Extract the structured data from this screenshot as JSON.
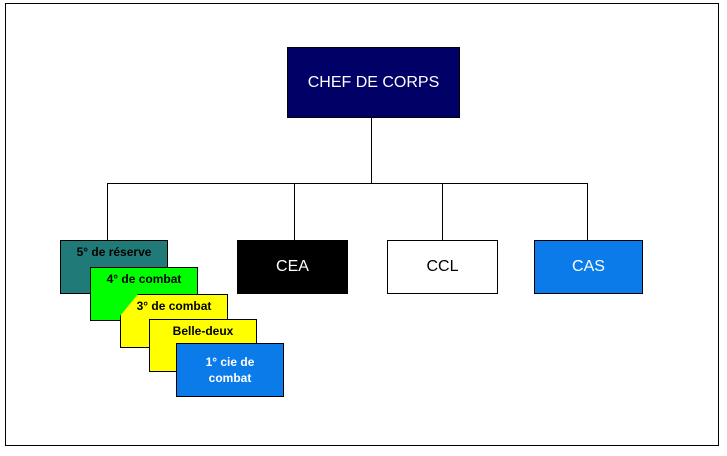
{
  "top": {
    "label": "CHEF DE CORPS"
  },
  "units": {
    "cea": "CEA",
    "ccl": "CCL",
    "cas": "CAS"
  },
  "companies": [
    {
      "label": "5° de réserve"
    },
    {
      "label": "4° de combat"
    },
    {
      "label": "3° de combat"
    },
    {
      "label": "Belle-deux"
    },
    {
      "label": "1° cie de combat"
    }
  ],
  "colors": {
    "chef": "#000066",
    "cea": "#000000",
    "ccl": "#ffffff",
    "cas": "#0a7be8",
    "reserve": "#1f7a78",
    "combat4": "#00ff00",
    "combat3": "#ffff00",
    "belle_deux": "#ffff00",
    "cie1": "#0a7be8"
  }
}
